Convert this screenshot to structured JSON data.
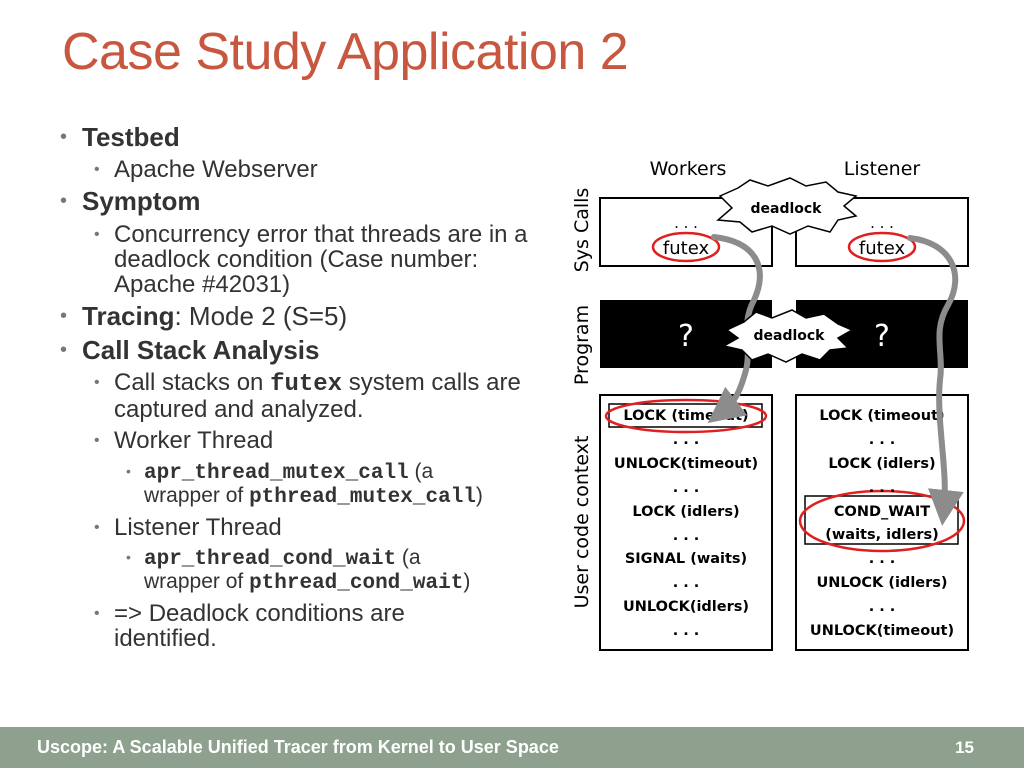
{
  "slide": {
    "title": "Case Study Application 2",
    "footer": "Uscope: A Scalable Unified Tracer from Kernel to User Space",
    "page_number": "15"
  },
  "bullets": {
    "testbed": {
      "label": "Testbed",
      "value": "Apache Webserver"
    },
    "symptom": {
      "label": "Symptom",
      "desc": "Concurrency error that threads are in a deadlock condition (Case number: Apache #42031)"
    },
    "tracing": {
      "label": "Tracing",
      "rest": ": Mode 2 (S=5)"
    },
    "csa": {
      "label": "Call Stack Analysis",
      "item1_pre": "Call stacks on ",
      "item1_code": "futex",
      "item1_post": " system calls are captured and analyzed.",
      "worker_label": "Worker Thread",
      "worker_fn": "apr_thread_mutex_call",
      "worker_a": " (a",
      "worker_wrap": "wrapper of ",
      "worker_wrap_fn": "pthread_mutex_call",
      "worker_close": ")",
      "listener_label": "Listener Thread",
      "listener_fn": "apr_thread_cond_wait",
      "listener_a": " (a",
      "listener_wrap": "wrapper of ",
      "listener_wrap_fn": "pthread_cond_wait",
      "listener_close": ")",
      "conclusion": "=> Deadlock conditions are identified."
    }
  },
  "diagram": {
    "col_workers": "Workers",
    "col_listener": "Listener",
    "row_syscalls": "Sys Calls",
    "row_program": "Program",
    "row_user": "User code context",
    "dots": ". . .",
    "futex": "futex",
    "unknown": "?",
    "deadlock": "deadlock",
    "worker_stack": [
      "LOCK (timeout)",
      ". . .",
      "UNLOCK(timeout)",
      ". . .",
      "LOCK (idlers)",
      ". . .",
      "SIGNAL (waits)",
      ". . .",
      "UNLOCK(idlers)",
      ". . ."
    ],
    "listener_stack": [
      "LOCK (timeout)",
      ". . .",
      "LOCK (idlers)",
      ". . .",
      "COND_WAIT",
      "(waits, idlers)",
      ". . .",
      "UNLOCK (idlers)",
      ". . .",
      "UNLOCK(timeout)"
    ],
    "colors": {
      "highlight": "#e02020",
      "arrow": "#8c8c8c",
      "program_bg": "#000000"
    }
  }
}
